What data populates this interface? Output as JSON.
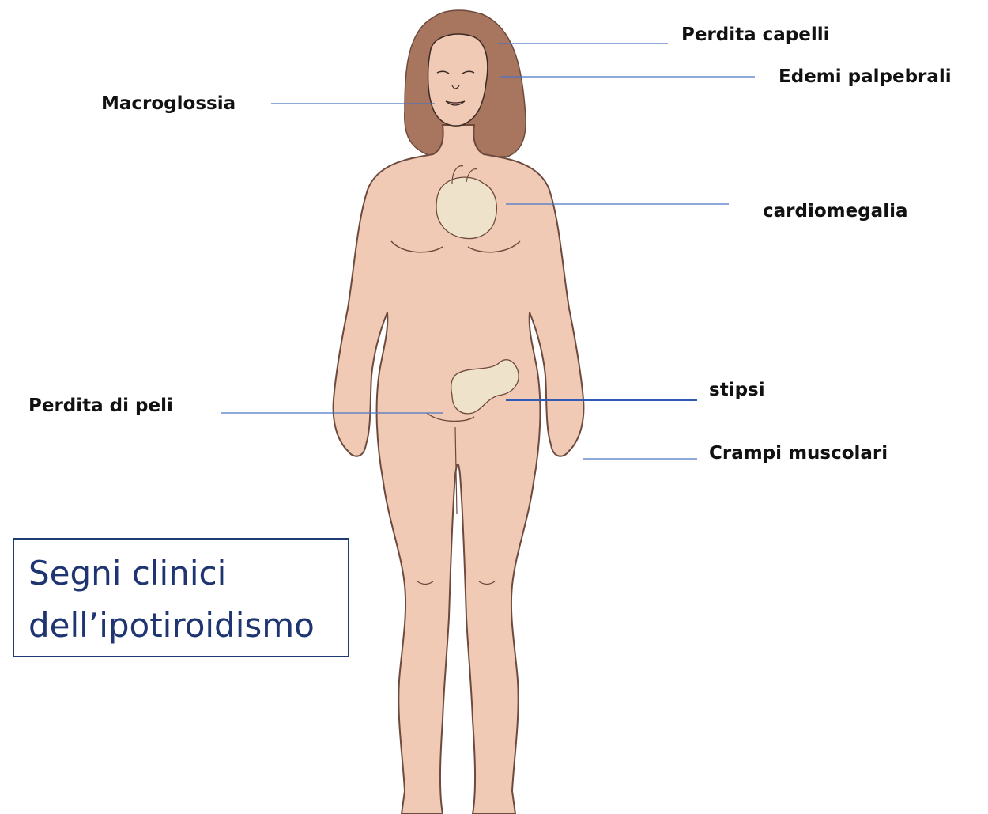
{
  "colors": {
    "skin": "#f0cab5",
    "skin_outline": "#6d4a3d",
    "hair": "#a8755e",
    "organ": "#efe2cb",
    "leader_line": "#4a76c4",
    "title_text": "#1f3572",
    "title_border": "#1f3b73",
    "label_text": "#111111"
  },
  "labels": {
    "perdita_capelli": "Perdita capelli",
    "edemi_palpebrali": "Edemi palpebrali",
    "macroglossia": "Macroglossia",
    "cardiomegalia": "cardiomegalia",
    "stipsi": "stipsi",
    "perdita_di_peli": "Perdita di peli",
    "crampi_muscolari": "Crampi muscolari"
  },
  "title": {
    "line1": "Segni clinici",
    "line2": "dell’ipotiroidismo"
  }
}
